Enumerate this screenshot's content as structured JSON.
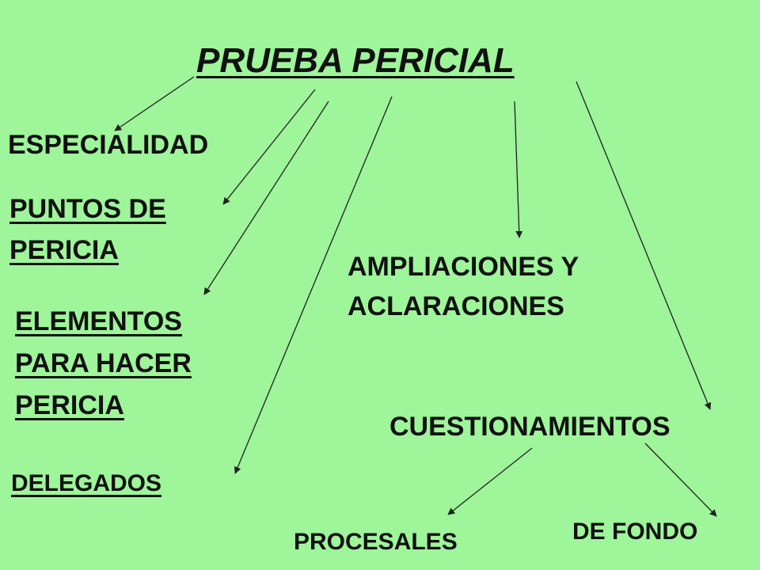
{
  "title": "PRUEBA PERICIAL",
  "nodes": {
    "especialidad": "ESPECIALIDAD",
    "puntos_line1": "PUNTOS DE",
    "puntos_line2": "PERICIA",
    "elementos_line1": "ELEMENTOS",
    "elementos_line2": "PARA HACER",
    "elementos_line3": "PERICIA",
    "delegados": "DELEGADOS",
    "ampliaciones_line1": "AMPLIACIONES Y",
    "ampliaciones_line2": "ACLARACIONES",
    "cuestionamientos": "CUESTIONAMIENTOS",
    "procesales": "PROCESALES",
    "de_fondo": "DE FONDO"
  },
  "colors": {
    "background": "#9ef59a",
    "text": "#111111",
    "arrow": "#222222"
  }
}
